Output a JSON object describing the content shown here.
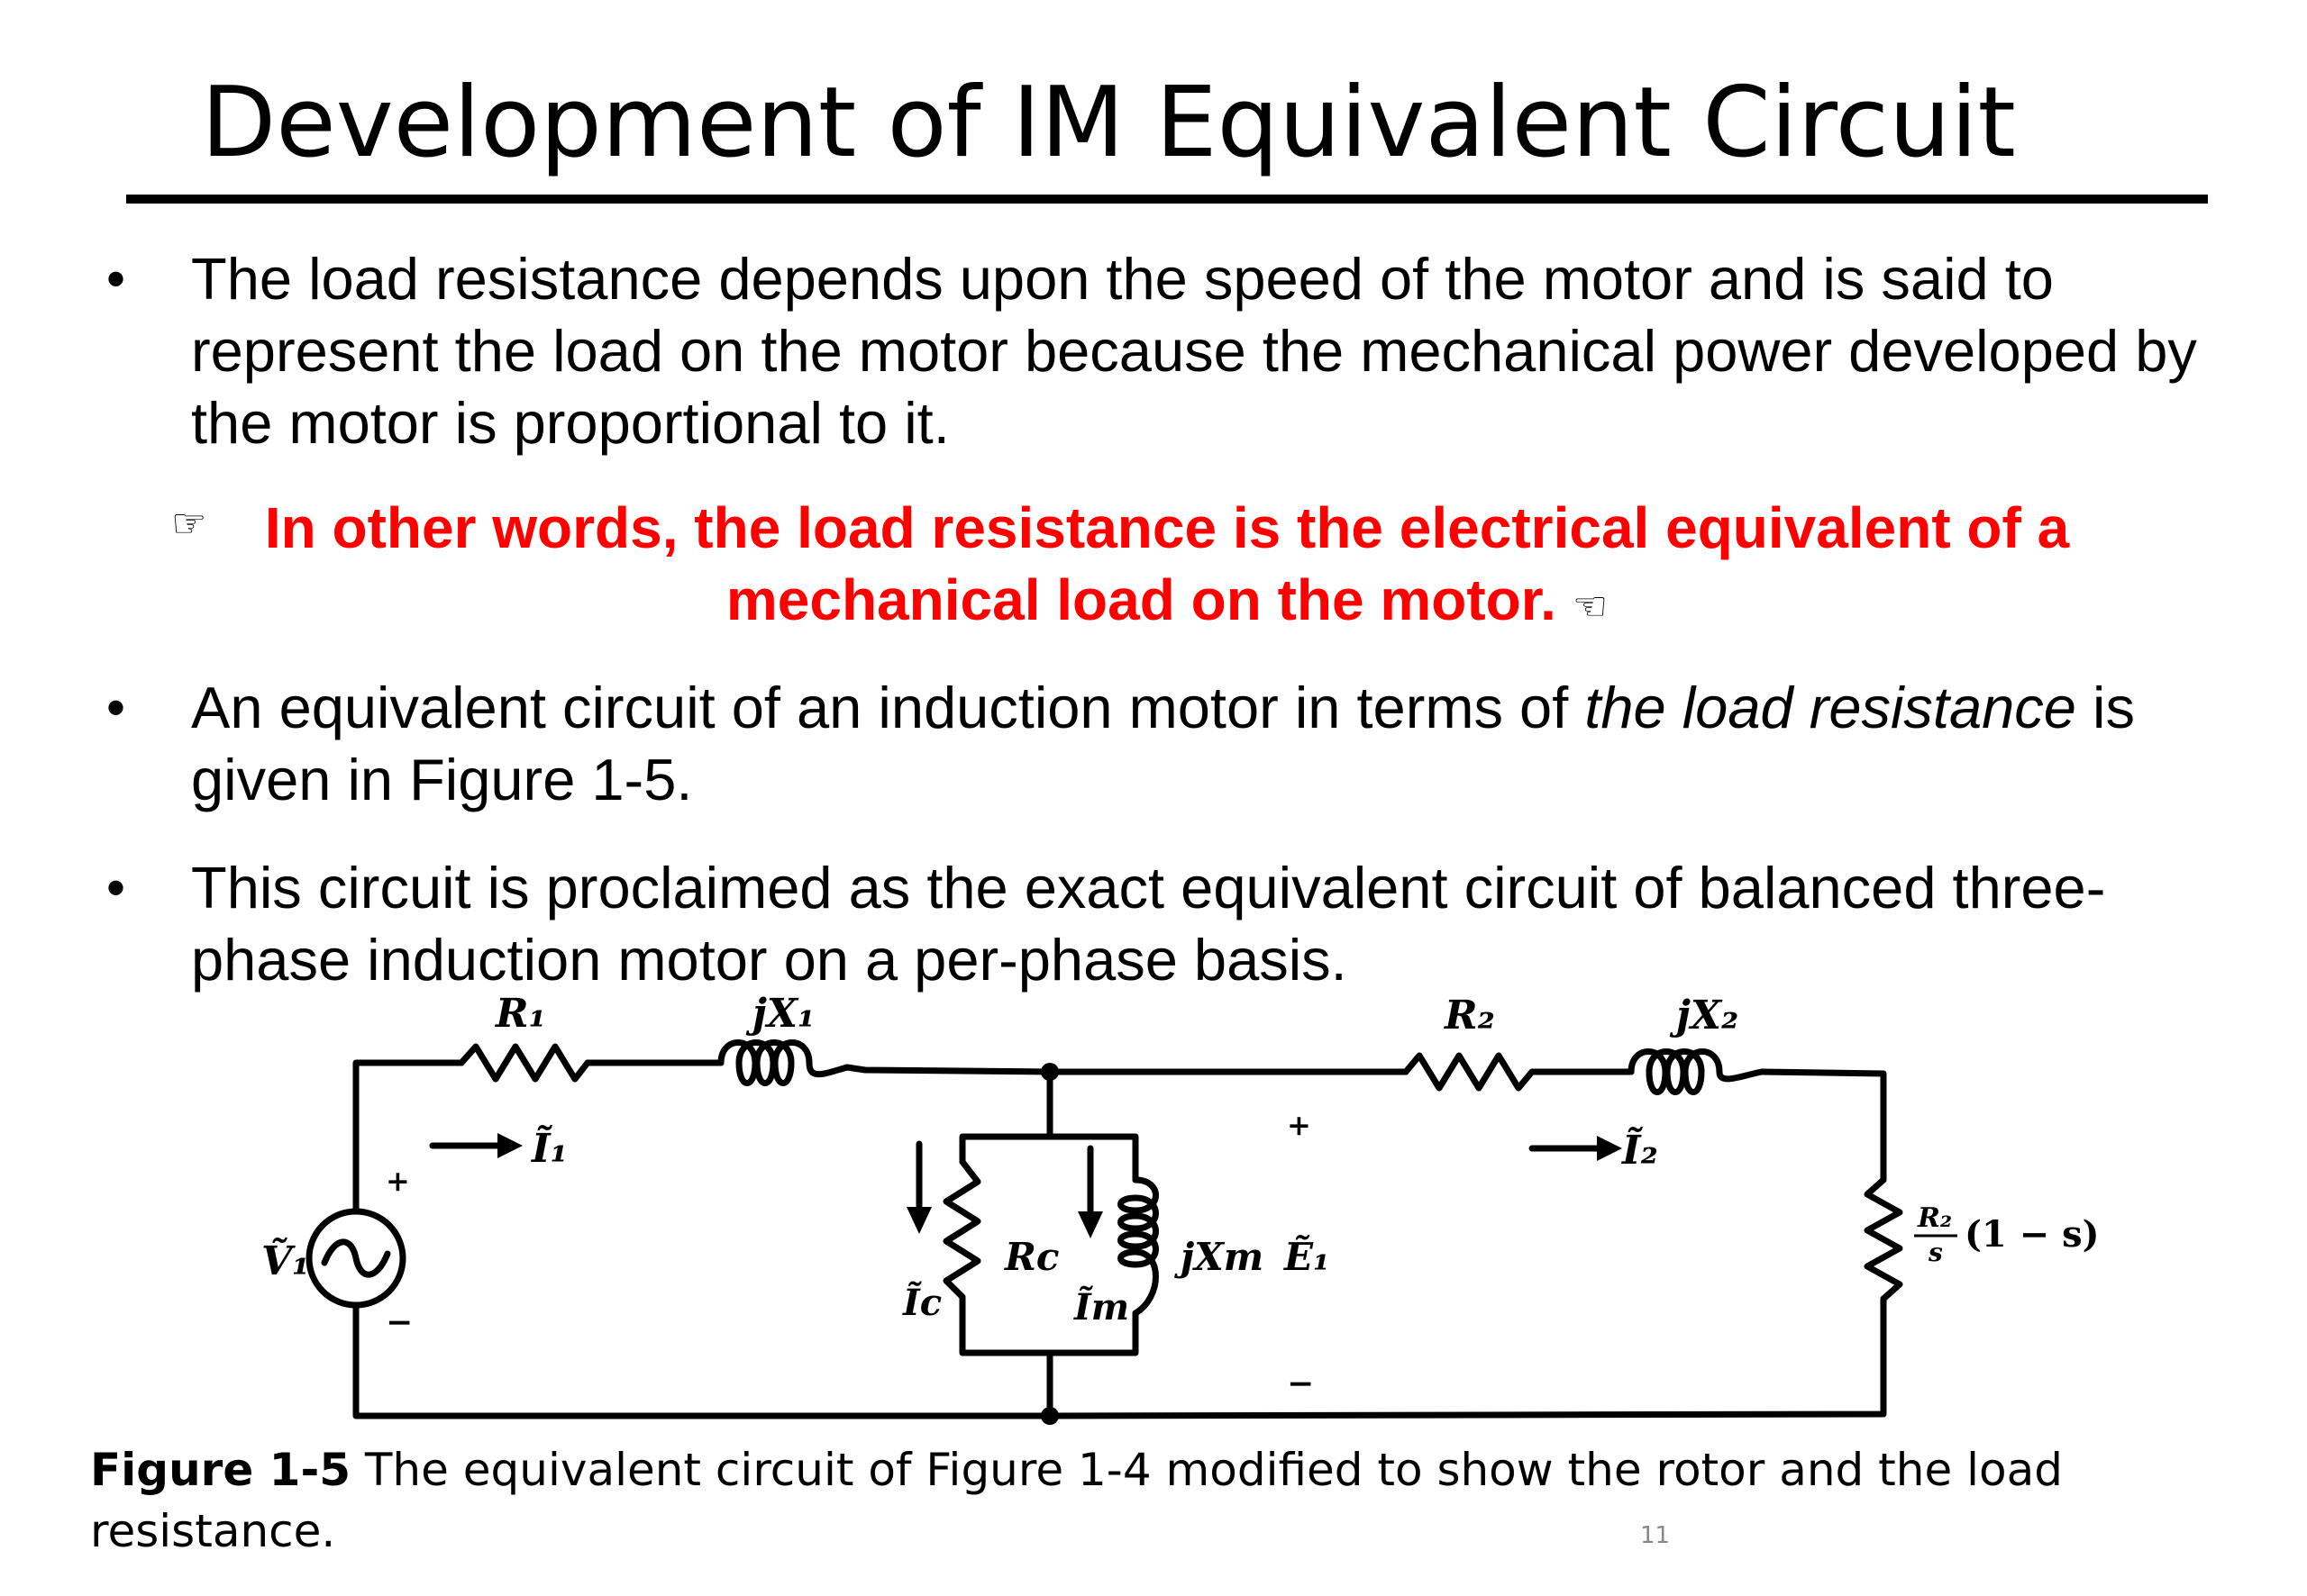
{
  "slide": {
    "title": "Development of IM Equivalent Circuit",
    "bullets": [
      {
        "text": "The load resistance depends upon the speed of the motor and is said to represent the load on the motor because the mechanical power developed by the motor is proportional to it."
      },
      {
        "text_before": "An equivalent circuit of an induction motor in terms of ",
        "text_italic": "the load resistance",
        "text_after": " is given in Figure 1-5."
      },
      {
        "text": "This circuit is proclaimed as the exact equivalent circuit of balanced three-phase induction motor on a per-phase basis."
      }
    ],
    "highlight": {
      "text": "In other words, the load resistance is the electrical equivalent of a mechanical load on the motor.",
      "left_icon": "pointing-hand-right-icon",
      "right_icon": "pointing-hand-left-icon"
    },
    "bullet_glyph": "•",
    "highlight_color": "#ff0000",
    "caption": {
      "label": "Figure 1-5",
      "text": " The equivalent circuit of Figure 1-4 modified to show the rotor and the load resistance."
    },
    "page_number": "11"
  },
  "circuit": {
    "labels": {
      "R1": "R₁",
      "jX1": "jX₁",
      "R2": "R₂",
      "jX2": "jX₂",
      "I1": "Ĩ₁",
      "I2": "Ĩ₂",
      "V1": "Ṽ₁",
      "Ic": "Ĩc",
      "Im": "Ĩm",
      "Rc": "Rc",
      "jXm": "jXm",
      "E1": "Ẽ₁",
      "load_num": "R₂",
      "load_den": "s",
      "load_factor": "(1 − s)",
      "plus": "+",
      "minus": "−"
    }
  }
}
